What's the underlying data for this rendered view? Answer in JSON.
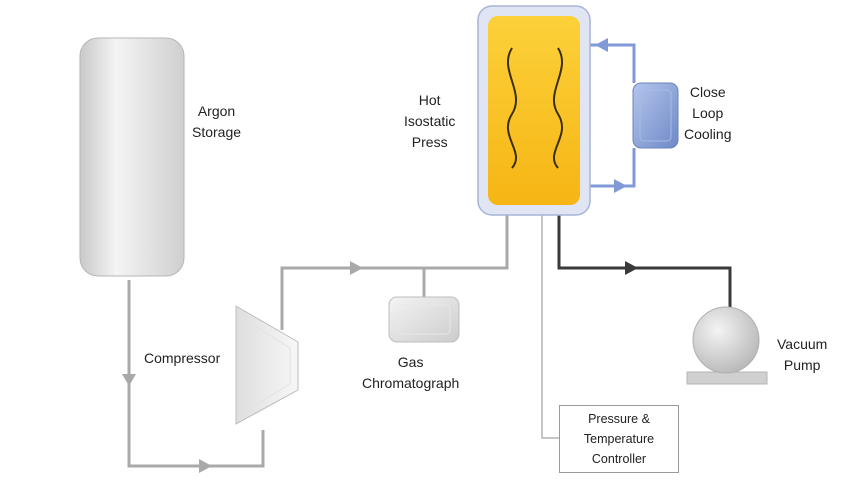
{
  "labels": {
    "argon_storage": [
      "Argon",
      "Storage"
    ],
    "hot_isostatic_press": [
      "Hot",
      "Isostatic",
      "Press"
    ],
    "close_loop_cooling": [
      "Close",
      "Loop",
      "Cooling"
    ],
    "compressor": "Compressor",
    "gas_chromatograph": [
      "Gas",
      "Chromatograph"
    ],
    "vacuum_pump": [
      "Vacuum",
      "Pump"
    ],
    "pressure_temperature_controller": [
      "Pressure &",
      "Temperature",
      "Controller"
    ]
  },
  "colors": {
    "gas_line": "#a9a9a9",
    "vacuum_line": "#3a3a3a",
    "cooling_line": "#7f9ad6",
    "press_fill": "#f9c11c",
    "press_frame": "#dfe5f3"
  }
}
